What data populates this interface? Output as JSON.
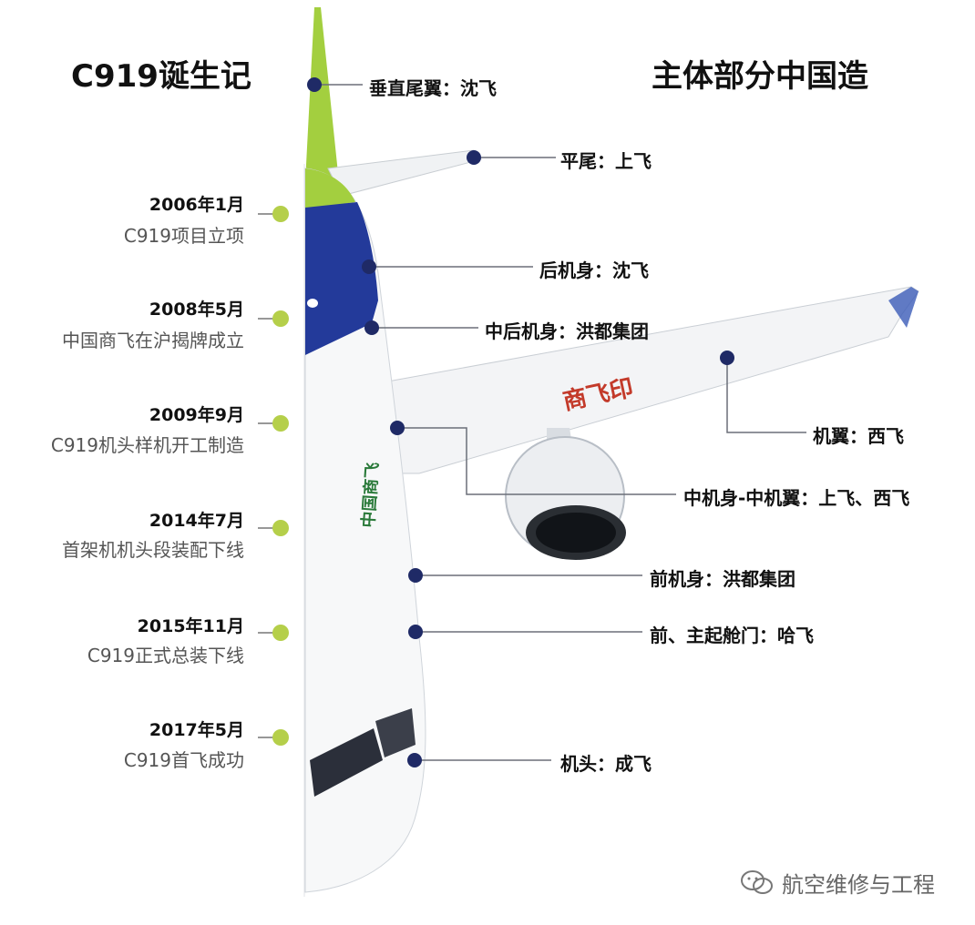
{
  "titles": {
    "left": "C919诞生记",
    "right": "主体部分中国造"
  },
  "timeline": [
    {
      "date": "2006年1月",
      "event": "C919项目立项"
    },
    {
      "date": "2008年5月",
      "event": "中国商飞在沪揭牌成立"
    },
    {
      "date": "2009年9月",
      "event": "C919机头样机开工制造"
    },
    {
      "date": "2014年7月",
      "event": "首架机机头段装配下线"
    },
    {
      "date": "2015年11月",
      "event": "C919正式总装下线"
    },
    {
      "date": "2017年5月",
      "event": "C919首飞成功"
    }
  ],
  "parts": {
    "vertical_tail": "垂直尾翼：沈飞",
    "horizontal_tail": "平尾：上飞",
    "aft_fuselage": "后机身：沈飞",
    "mid_aft_fuselage": "中后机身：洪都集团",
    "wing": "机翼：西飞",
    "center_fuselage": "中机身-中机翼：上飞、西飞",
    "forward_fuselage": "前机身：洪都集团",
    "gear_doors": "前、主起舱门：哈飞",
    "nose": "机头：成飞"
  },
  "watermark": "航空维修与工程",
  "colors": {
    "timeline_dot": "#b5cf4a",
    "part_dot": "#1f2a66",
    "fuselage_blue": "#233a9a",
    "tail_green": "#9ccc3c"
  }
}
